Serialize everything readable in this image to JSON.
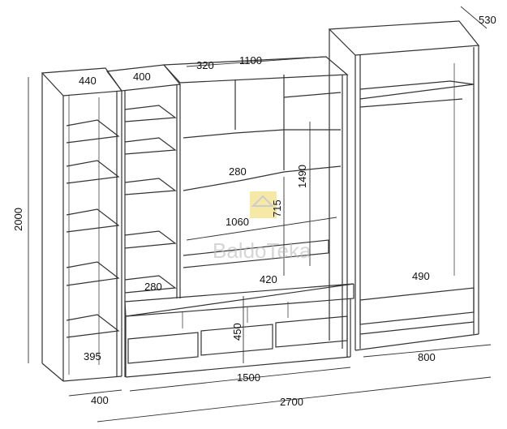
{
  "watermark": "BaldoTeka",
  "dimensions": {
    "left_tower_depth": "440",
    "narrow_tower_depth": "400",
    "center_depth": "320",
    "center_width": "1100",
    "wardrobe_depth": "530",
    "total_height": "2000",
    "shelf_width": "280",
    "center_inner_height": "1490",
    "tv_niche_width": "1060",
    "tv_niche_height": "715",
    "narrow_shelf_width": "280",
    "tv_base_depth": "420",
    "wardrobe_inner_depth": "490",
    "drawer_height": "450",
    "left_bottom_depth": "395",
    "center_total_width": "1500",
    "wardrobe_width": "800",
    "left_tower_width": "400",
    "total_width": "2700"
  },
  "colors": {
    "line": "#333333",
    "watermark_icon": "#f6e9a6"
  }
}
